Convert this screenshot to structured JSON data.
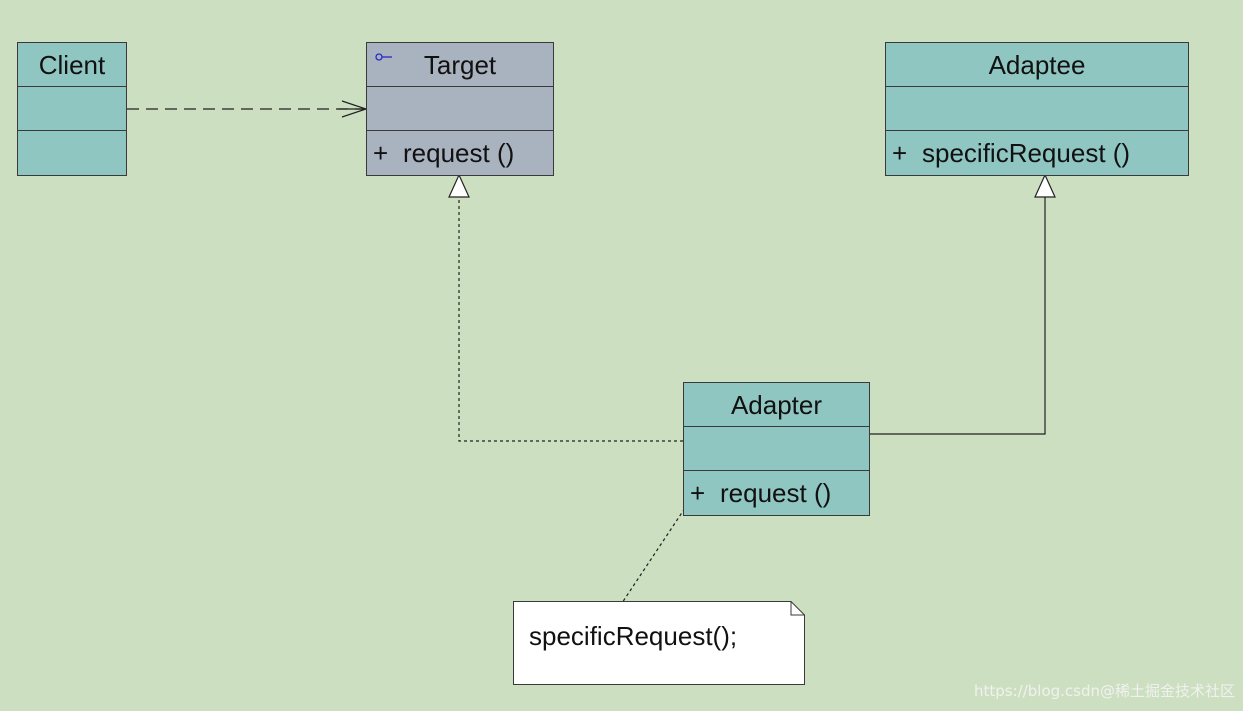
{
  "diagram": {
    "classes": {
      "client": {
        "name": "Client",
        "operations": []
      },
      "target": {
        "name": "Target",
        "stereotype_icon": "interface-lollipop-icon",
        "operation_visibility": "+",
        "operation": "request ()"
      },
      "adaptee": {
        "name": "Adaptee",
        "operation_visibility": "+",
        "operation": "specificRequest ()"
      },
      "adapter": {
        "name": "Adapter",
        "operation_visibility": "+",
        "operation": "request ()"
      }
    },
    "note": {
      "text": "specificRequest();"
    },
    "relationships": [
      {
        "from": "Client",
        "to": "Target",
        "kind": "dependency"
      },
      {
        "from": "Adapter",
        "to": "Target",
        "kind": "realization"
      },
      {
        "from": "Adapter",
        "to": "Adaptee",
        "kind": "generalization"
      },
      {
        "from": "note",
        "to": "Adapter.request",
        "kind": "note-anchor"
      }
    ],
    "colors": {
      "background": "#cddfc1",
      "class_fill": "#8fc6c2",
      "interface_fill": "#a9b3bf",
      "border": "#3a3a3a"
    }
  },
  "watermark": {
    "text": "https://blog.csdn@稀土掘金技术社区"
  }
}
